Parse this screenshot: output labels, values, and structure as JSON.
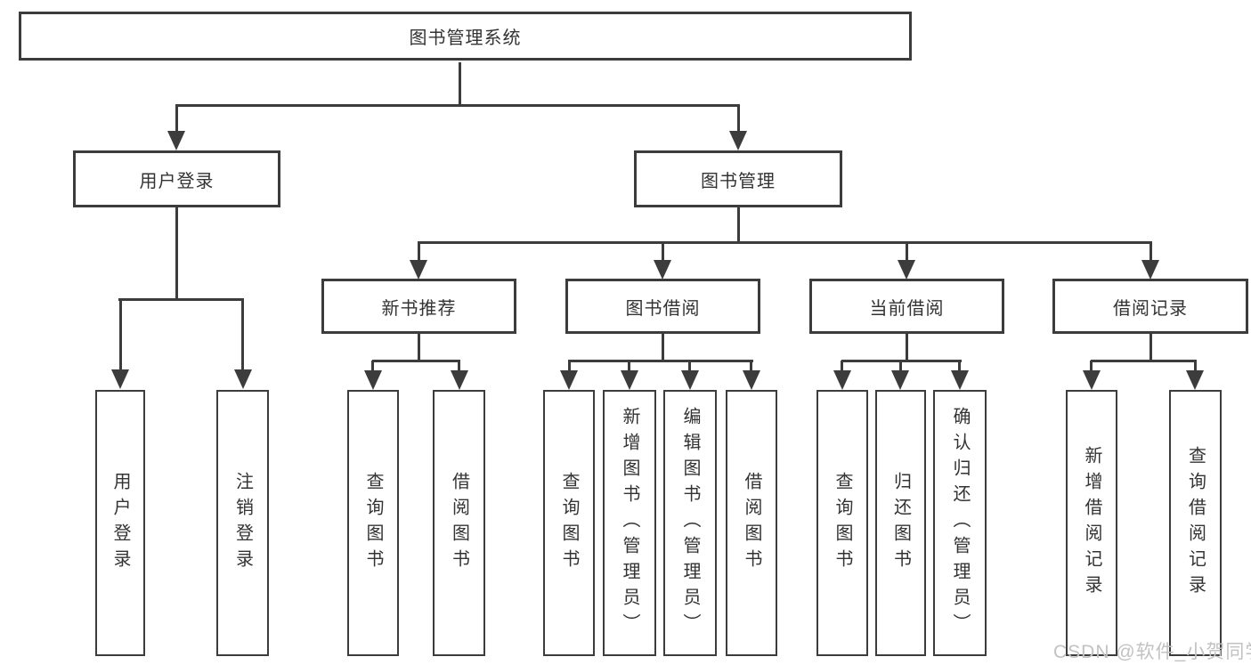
{
  "diagram": {
    "root": {
      "label": "图书管理系统"
    },
    "branches": [
      {
        "label": "用户登录",
        "children": [
          "用户登录",
          "注销登录"
        ]
      },
      {
        "label": "图书管理",
        "groups": [
          {
            "label": "新书推荐",
            "children": [
              "查询图书",
              "借阅图书"
            ]
          },
          {
            "label": "图书借阅",
            "children": [
              "查询图书",
              "新增图书（管理员）",
              "编辑图书（管理员）",
              "借阅图书"
            ]
          },
          {
            "label": "当前借阅",
            "children": [
              "查询图书",
              "归还图书",
              "确认归还（管理员）"
            ]
          },
          {
            "label": "借阅记录",
            "children": [
              "新增借阅记录",
              "查询借阅记录"
            ]
          }
        ]
      }
    ]
  },
  "watermark": {
    "text": "CSDN @软件_小贺同学"
  },
  "colors": {
    "line": "#3c3c3c",
    "text": "#333333",
    "watermark": "#c2c2c2",
    "background": "#ffffff"
  }
}
